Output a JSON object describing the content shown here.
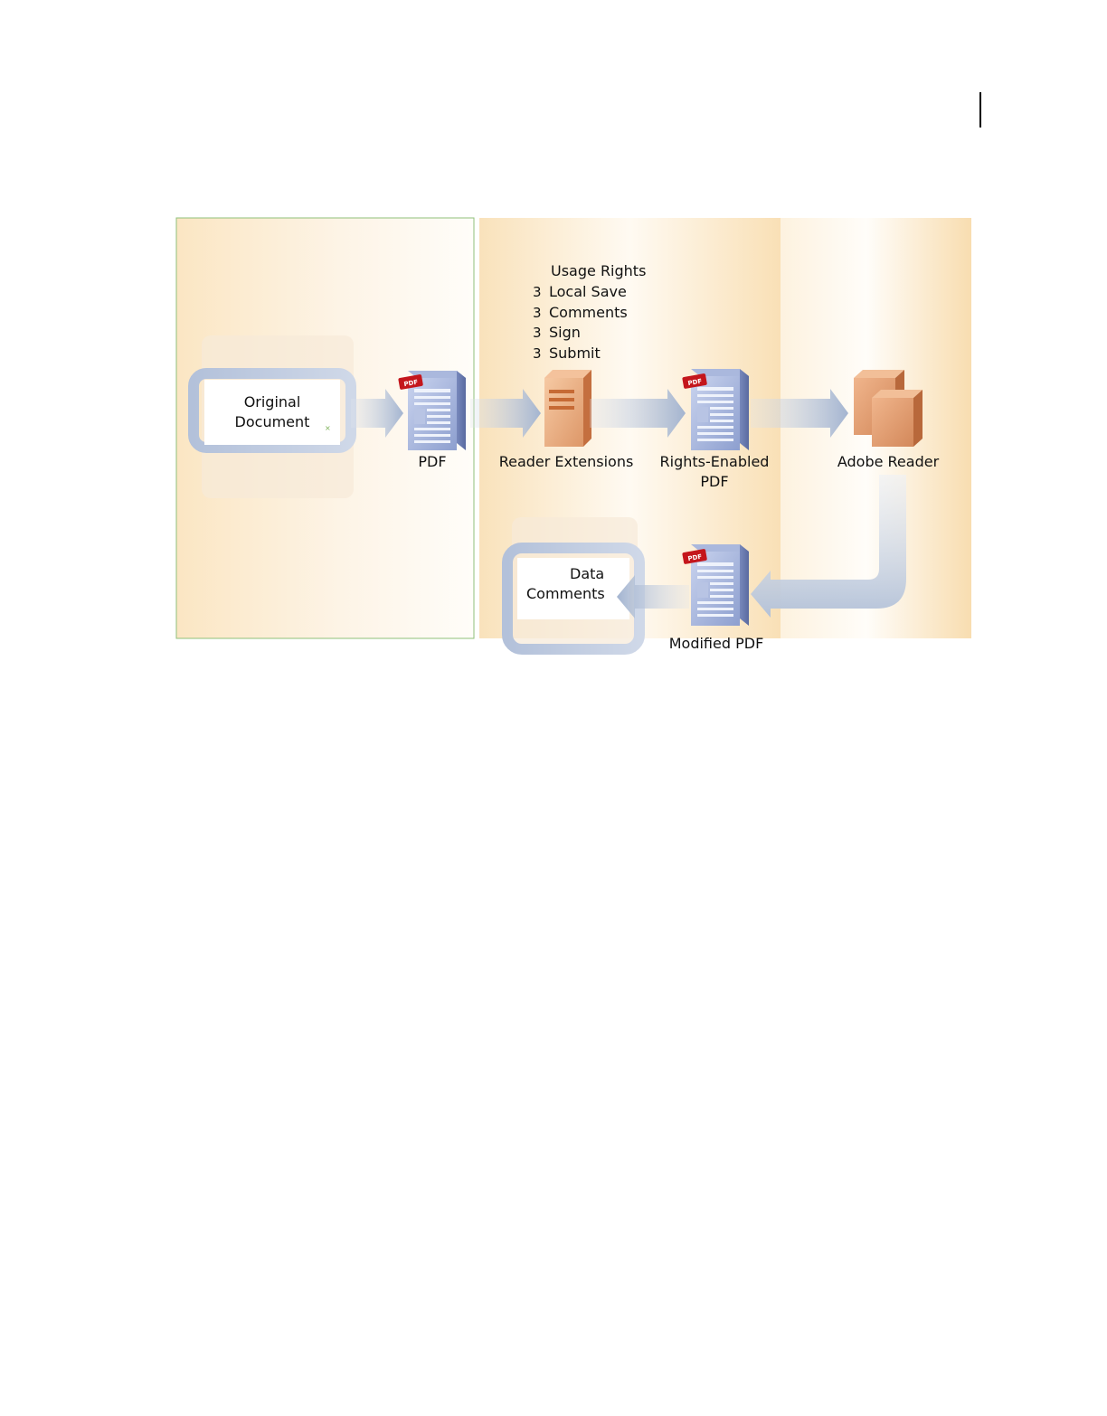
{
  "diagram": {
    "nodes": {
      "original_document": {
        "line1": "Original",
        "line2": "Document"
      },
      "pdf": "PDF",
      "reader_extensions": "Reader Extensions",
      "rights_enabled_pdf": {
        "line1": "Rights-Enabled",
        "line2": "PDF"
      },
      "adobe_reader": "Adobe Reader",
      "modified_pdf": "Modified PDF",
      "data_comments": {
        "line1": "Data",
        "line2": "Comments"
      }
    },
    "usage_rights": {
      "title": "Usage Rights",
      "bullet": "3",
      "items": [
        "Local Save",
        "Comments",
        "Sign",
        "Submit"
      ]
    },
    "pdf_badge": "PDF"
  },
  "colors": {
    "panel_warm": "#fbe7c6",
    "frame_blue": "#b9c8de",
    "pdf_blue": "#8fa3cf",
    "server_orange": "#d58b5b",
    "badge_red": "#c4161c",
    "panel_border": "#8fc07a"
  }
}
